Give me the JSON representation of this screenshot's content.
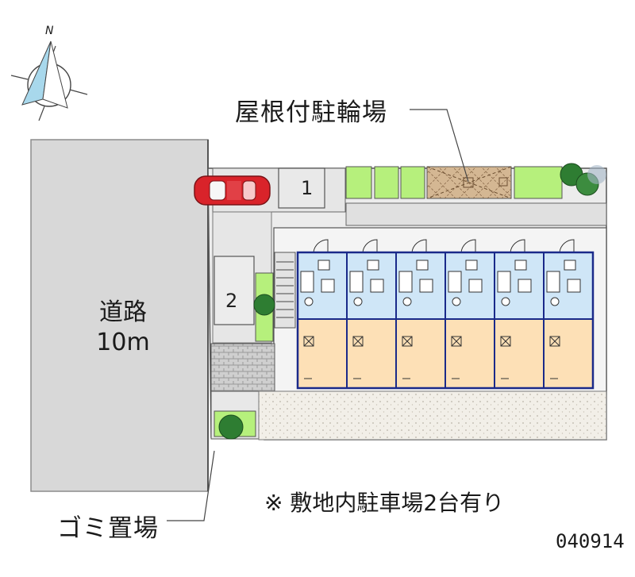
{
  "compass": {
    "north_label": "N"
  },
  "labels": {
    "bicycle_parking": "屋根付駐輪場",
    "road_name": "道路",
    "road_width": "10m",
    "garbage_area": "ゴミ置場",
    "parking_note": "※ 敷地内駐車場2台有り",
    "drawing_code": "040914"
  },
  "parking_spaces": [
    "1",
    "2"
  ],
  "unit_count": 6,
  "colors": {
    "road": "#d8d8d8",
    "building_wall": "#1a2a8a",
    "wet_area": "#cfe6f7",
    "room_floor": "#fde0b6",
    "car": "#d9232a",
    "greenery": "#b6f07c",
    "paving": "#f2efe8",
    "bike_shed": "#d4b793"
  }
}
